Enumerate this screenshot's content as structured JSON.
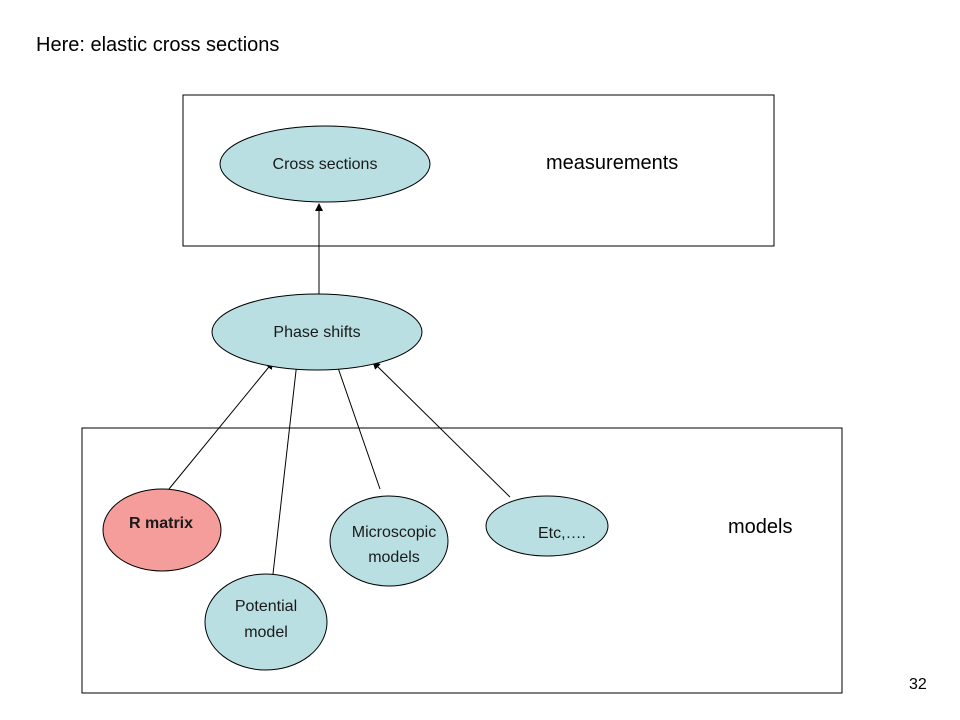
{
  "title": "Here: elastic cross sections",
  "page_number": "32",
  "colors": {
    "node_fill": "#b9dfe2",
    "highlight_fill": "#f49d9b",
    "stroke": "#000000"
  },
  "groups": {
    "measurements": {
      "label": "measurements"
    },
    "models": {
      "label": "models"
    }
  },
  "nodes": {
    "cross_sections": {
      "label": "Cross sections"
    },
    "phase_shifts": {
      "label": "Phase shifts"
    },
    "r_matrix": {
      "label": "R matrix"
    },
    "potential_model": {
      "line1": "Potential",
      "line2": "model"
    },
    "microscopic_models": {
      "line1": "Microscopic",
      "line2": "models"
    },
    "etc": {
      "label": "Etc,…."
    }
  }
}
